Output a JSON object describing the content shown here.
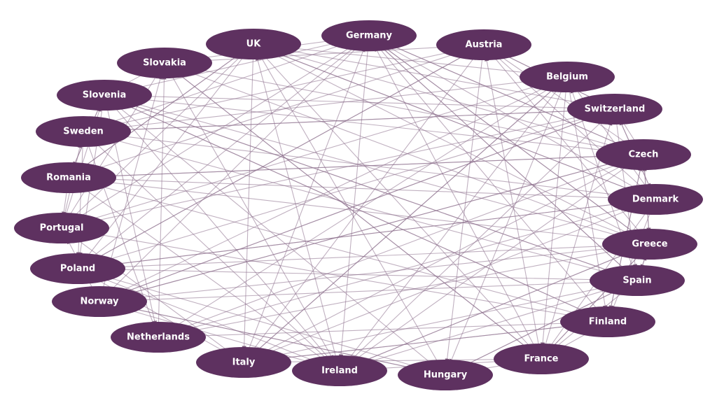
{
  "diagram": {
    "type": "directed-network",
    "colors": {
      "node_fill": "#5e3160",
      "node_text": "#ffffff",
      "edge": "#8c6f8c"
    },
    "nodes": [
      {
        "id": "uk",
        "label": "UK"
      },
      {
        "id": "germany",
        "label": "Germany"
      },
      {
        "id": "austria",
        "label": "Austria"
      },
      {
        "id": "belgium",
        "label": "Belgium"
      },
      {
        "id": "switzerland",
        "label": "Switzerland"
      },
      {
        "id": "czech",
        "label": "Czech"
      },
      {
        "id": "denmark",
        "label": "Denmark"
      },
      {
        "id": "greece",
        "label": "Greece"
      },
      {
        "id": "spain",
        "label": "Spain"
      },
      {
        "id": "finland",
        "label": "Finland"
      },
      {
        "id": "france",
        "label": "France"
      },
      {
        "id": "hungary",
        "label": "Hungary"
      },
      {
        "id": "ireland",
        "label": "Ireland"
      },
      {
        "id": "italy",
        "label": "Italy"
      },
      {
        "id": "netherlands",
        "label": "Netherlands"
      },
      {
        "id": "norway",
        "label": "Norway"
      },
      {
        "id": "poland",
        "label": "Poland"
      },
      {
        "id": "portugal",
        "label": "Portugal"
      },
      {
        "id": "romania",
        "label": "Romania"
      },
      {
        "id": "sweden",
        "label": "Sweden"
      },
      {
        "id": "slovenia",
        "label": "Slovenia"
      },
      {
        "id": "slovakia",
        "label": "Slovakia"
      }
    ]
  }
}
